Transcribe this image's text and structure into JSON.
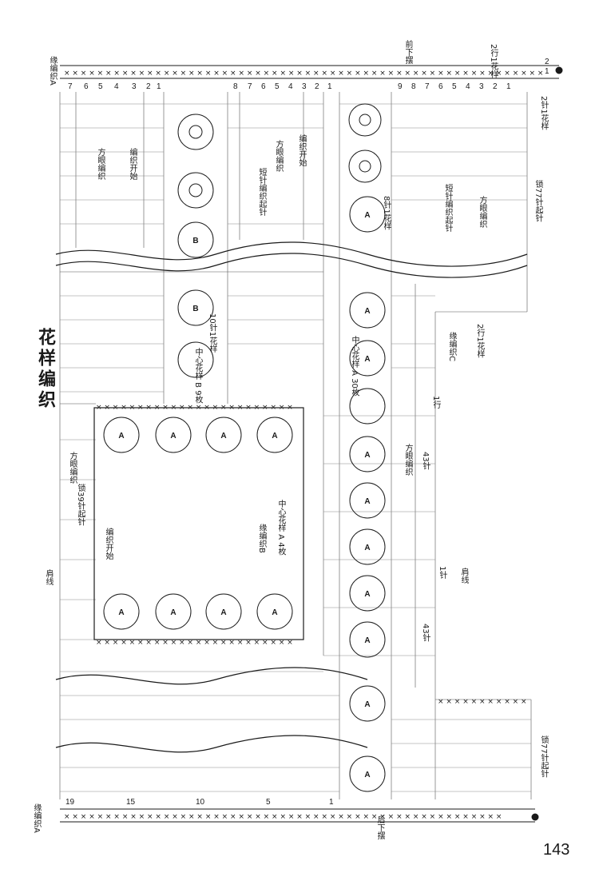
{
  "page": {
    "title": "花样编织",
    "page_number": "143"
  },
  "labels": {
    "edge_a_top": "缘编织A",
    "edge_a_bottom": "缘编织A",
    "edge_b": "缘编织B",
    "edge_c": "缘编织C",
    "front_hem": "前下摆",
    "back_hem": "后下摆",
    "square_mesh_1": "方眼编织",
    "square_mesh_2": "方眼编织",
    "square_mesh_3": "方眼编织",
    "square_mesh_4": "方眼编织",
    "square_mesh_5": "方眼编织",
    "start_1": "编织开始",
    "start_2": "编织开始",
    "start_3": "编织开始",
    "short_start_1": "短针编织起针",
    "short_start_2": "短针编织起针",
    "chain77_top": "锁77针起针",
    "chain77_bottom": "锁77针起针",
    "chain39": "锁39针起针",
    "center_a30": "中心花样 A 30枚",
    "center_b9": "中心花样 B 9枚",
    "center_a4": "中心花样 A 4枚",
    "ten_st_pattern": "10针1花样",
    "eight_st_pattern": "8针1花样",
    "two_st_pattern": "2针1花样",
    "two_rows_top": "2行1花样",
    "two_rows_mid": "2行1花样",
    "st43_a": "43针",
    "st43_b": "43针",
    "one_st": "1针",
    "one_row": "1行",
    "shoulder_1": "肩线",
    "shoulder_2": "肩线",
    "a": "A",
    "b": "B"
  },
  "row_numbers_top": [
    "7",
    "6",
    "5",
    "4",
    "3",
    "2",
    "1",
    "8",
    "7",
    "6",
    "5",
    "4",
    "3",
    "2",
    "1",
    "9",
    "8",
    "7",
    "6",
    "5",
    "4",
    "3",
    "2",
    "1"
  ],
  "row_numbers_bottom": [
    "19",
    "15",
    "10",
    "5",
    "1"
  ],
  "row_numbers_corner": [
    "2",
    "1"
  ],
  "colors": {
    "line": "#1a1a1a",
    "paper": "#ffffff"
  }
}
